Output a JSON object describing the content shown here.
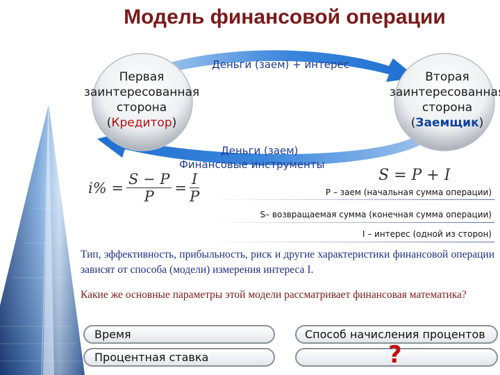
{
  "title": "Модель финансовой операции",
  "creditor": {
    "line1": "Первая",
    "line2": "заинтересованная",
    "line3": "сторона",
    "paren_open": "(",
    "role": "Кредитор",
    "paren_close": ")"
  },
  "borrower": {
    "line1": "Вторая",
    "line2": "заинтересованная",
    "line3": "сторона",
    "paren_open": "(",
    "role": "Заемщик",
    "paren_close": ")"
  },
  "flows": {
    "top": "Деньги (заем) + интерес",
    "bottom_1": "Деньги (заем)",
    "bottom_2": "Финансовые инструменты"
  },
  "formulas": {
    "sum": "S = P + I",
    "rate_lhs": "i% =",
    "rate_num1": "S − P",
    "rate_den1": "P",
    "rate_eq": "=",
    "rate_num2": "I",
    "rate_den2": "P"
  },
  "definitions": {
    "p": "P – заем (начальная сумма  операции)",
    "s": "S– возвращаемая сумма (конечная сумма операции)",
    "i": "I – интерес (одной из сторон)"
  },
  "text": {
    "para1": "Тип, эффективность, прибыльность, риск и другие характеристики финансовой операции зависят от способа (модели) измерения интереса I.",
    "para2": "Какие же основные параметры этой модели рассматривает финансовая математика?"
  },
  "pills": {
    "time": "Время",
    "method": "Способ начисления процентов",
    "rate": "Процентная ставка",
    "unknown": "",
    "question_mark": "?"
  },
  "colors": {
    "title": "#7a1a1a",
    "arrow": "#1e6fd0",
    "creditor_role": "#b01010",
    "borrower_role": "#1040a0",
    "question_mark": "#c01010"
  }
}
